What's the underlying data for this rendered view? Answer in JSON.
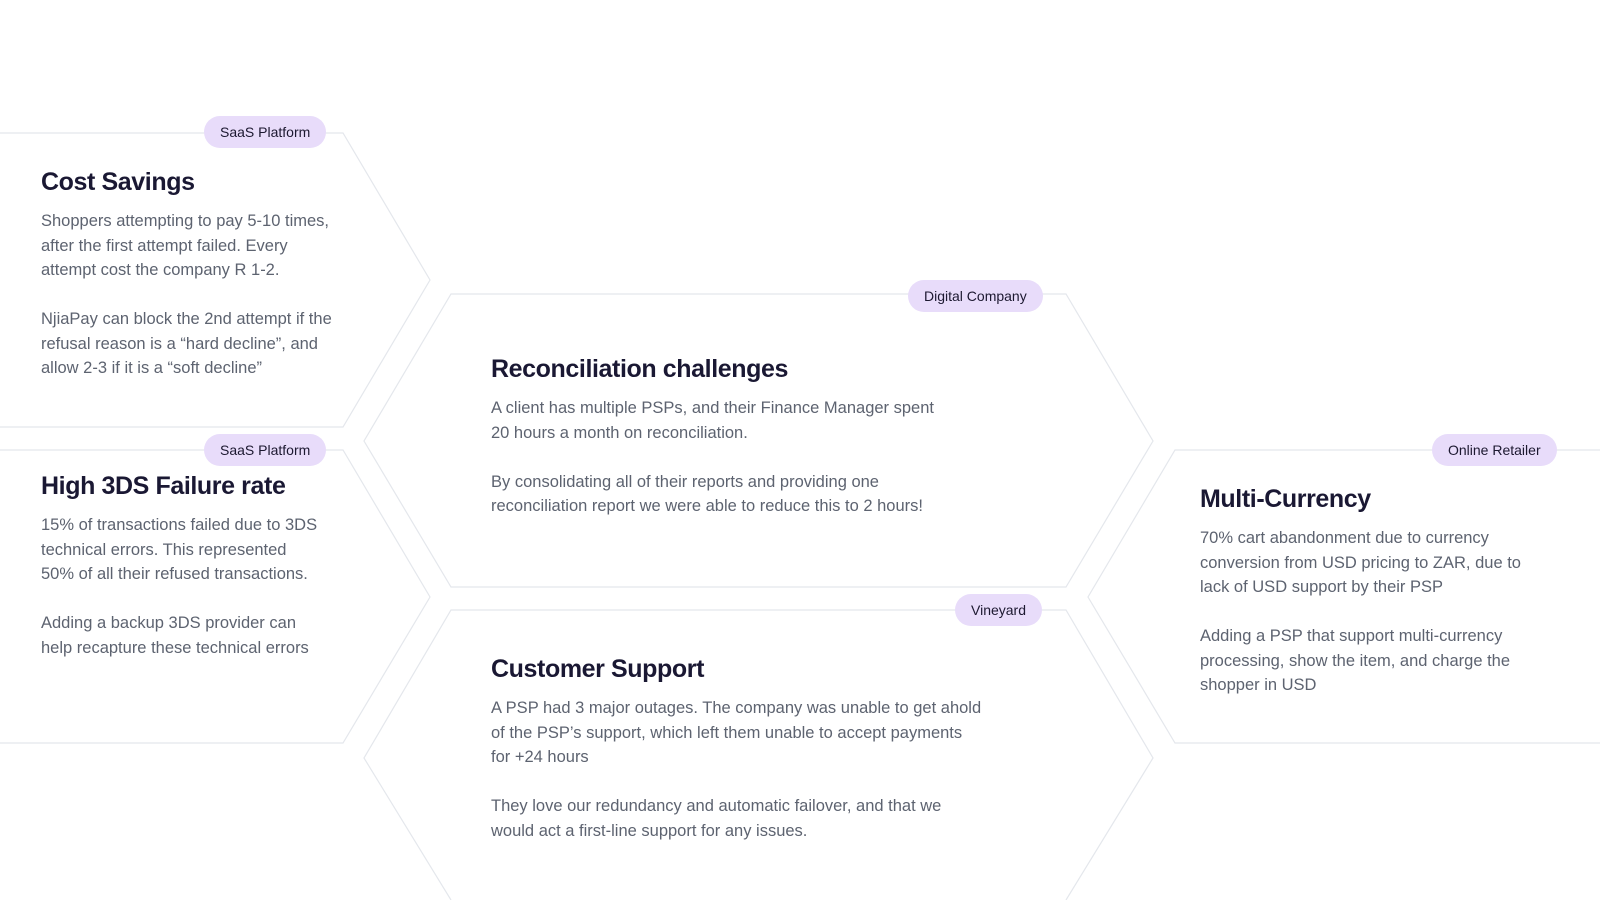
{
  "cards": [
    {
      "tag": "SaaS Platform",
      "title": "Cost Savings",
      "paragraphs": [
        "Shoppers attempting to pay 5-10 times,\nafter the first attempt failed.  Every\nattempt cost the company R 1-2.",
        "NjiaPay can block the 2nd attempt if the\nrefusal reason is a “hard decline”, and\nallow 2-3 if it is a “soft decline”"
      ]
    },
    {
      "tag": "SaaS Platform",
      "title": "High 3DS Failure rate",
      "paragraphs": [
        "15% of transactions failed due to 3DS\ntechnical errors. This represented\n50% of all their refused transactions.",
        "Adding a backup 3DS provider can\nhelp recapture these technical errors"
      ]
    },
    {
      "tag": "Digital Company",
      "title": "Reconciliation challenges",
      "paragraphs": [
        "A client has multiple PSPs, and their Finance Manager spent\n20 hours a month on reconciliation.",
        "By consolidating all of their reports and providing one\nreconciliation report we were able to reduce this to 2 hours!"
      ]
    },
    {
      "tag": "Vineyard",
      "title": "Customer Support",
      "paragraphs": [
        "A PSP had 3 major outages. The company was unable to get ahold\nof the PSP’s support, which left them unable to accept payments\nfor +24 hours",
        "They love our redundancy and automatic failover, and that we\nwould act a first-line support for any issues."
      ]
    },
    {
      "tag": "Online Retailer",
      "title": "Multi-Currency",
      "paragraphs": [
        "70% cart abandonment due to currency\nconversion from USD pricing to ZAR, due to\nlack of USD support by their PSP",
        "Adding a PSP that support multi-currency\nprocessing, show the item, and charge the\nshopper in USD"
      ]
    }
  ],
  "colors": {
    "tag_background": "#e8dcfa",
    "title_text": "#1a1833",
    "body_text": "#5d6370",
    "hex_outline": "#e4e7ec"
  }
}
